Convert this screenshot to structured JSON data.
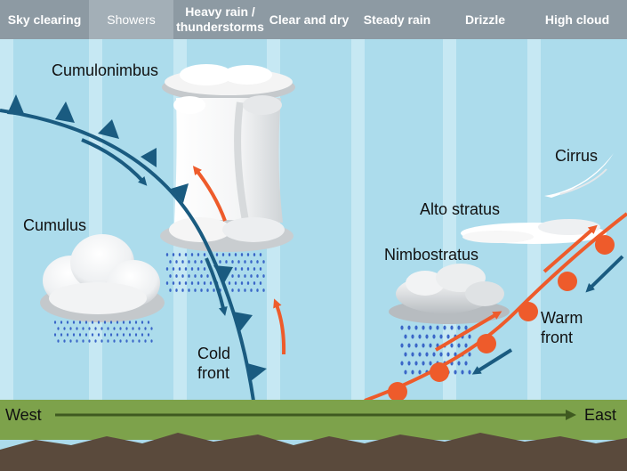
{
  "header": [
    {
      "label": "Sky clearing",
      "style": "bold"
    },
    {
      "label": "Showers",
      "style": "normal"
    },
    {
      "label": "Heavy rain / thunderstorms",
      "style": "bold"
    },
    {
      "label": "Clear and dry",
      "style": "bold"
    },
    {
      "label": "Steady rain",
      "style": "bold"
    },
    {
      "label": "Drizzle",
      "style": "bold"
    },
    {
      "label": "High cloud",
      "style": "bold"
    }
  ],
  "labels": {
    "cumulonimbus": "Cumulonimbus",
    "cumulus": "Cumulus",
    "cold_front": "Cold front",
    "cirrus": "Cirrus",
    "altostratus": "Alto stratus",
    "nimbostratus": "Nimbostratus",
    "warm_front": "Warm front"
  },
  "axis": {
    "west": "West",
    "east": "East"
  },
  "colors": {
    "sky": "#acdcec",
    "sky_stripe": "#c6e8f3",
    "header": "#8d9aa3",
    "cold_front": "#1a5b80",
    "warm_front": "#ee5b2b",
    "updraft_arrow": "#ee5b2b",
    "ground": "#7da24b",
    "soil": "#5a4a3c",
    "rain": "#3a66c8"
  }
}
